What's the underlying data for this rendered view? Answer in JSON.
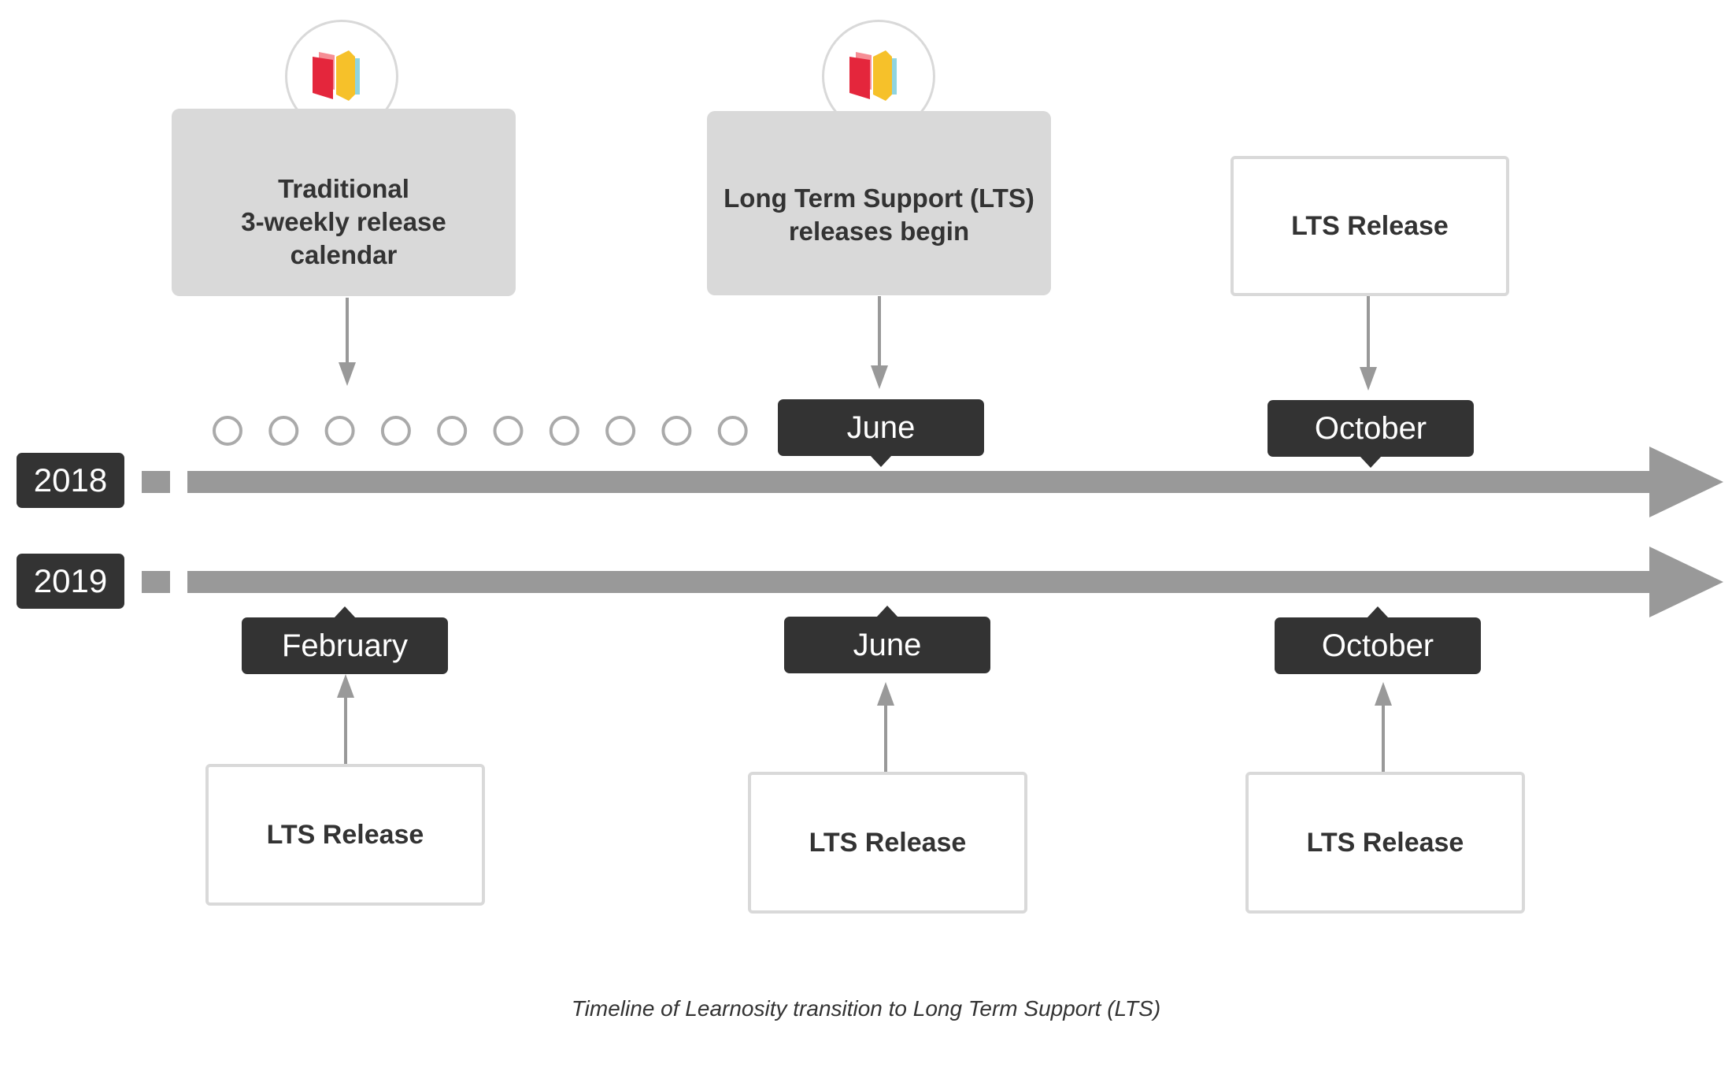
{
  "colors": {
    "axis": "#999999",
    "tag": "#333333",
    "box_fill": "#d9d9d9",
    "box_border": "#d9d9d9",
    "circle": "#aaaaaa",
    "logo_red": "#e4263c",
    "logo_pink": "#f47a82",
    "logo_yellow": "#f6c12a",
    "logo_cyan": "#8fd4e0"
  },
  "logo": {
    "icon": "learnosity-logo-icon"
  },
  "years": [
    "2018",
    "2019"
  ],
  "row_2018": {
    "release_circles": 10,
    "events": [
      {
        "text": "Traditional\n3-weekly release\ncalendar"
      },
      {
        "text": "Long Term Support (LTS)\nreleases begin",
        "month": "June"
      },
      {
        "text": "LTS Release",
        "month": "October"
      }
    ]
  },
  "row_2019": {
    "events": [
      {
        "text": "LTS Release",
        "month": "February"
      },
      {
        "text": "LTS Release",
        "month": "June"
      },
      {
        "text": "LTS Release",
        "month": "October"
      }
    ]
  },
  "caption": "Timeline of Learnosity transition to Long Term Support (LTS)"
}
